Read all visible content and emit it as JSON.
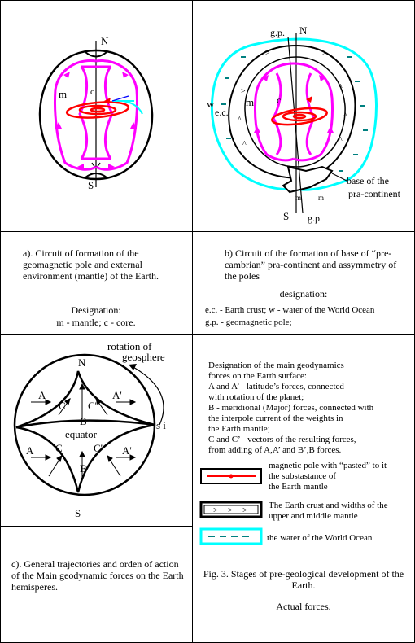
{
  "panel_a": {
    "labels": {
      "north": "N",
      "south": "S",
      "mantle": "m",
      "core": "c"
    },
    "caption": "a). Circuit of formation of the geomagnetic pole and external environment (mantle) of the Earth.",
    "designation_title": "Designation:",
    "designation_text": "m - mantle; c - core."
  },
  "panel_b": {
    "labels": {
      "gp_top": "g.p.",
      "north": "N",
      "west": "w",
      "crust": "e.c.",
      "mantle": "m",
      "core": "c",
      "south": "S",
      "gp_bottom": "g.p.",
      "m_left": "m",
      "m_right": "m",
      "base": "base of the",
      "pra": "pra-continent"
    },
    "caption": "b) Circuit of the formation of base of “pre-cambrian” pra-continent and assymmetry of the poles",
    "designation_title": "designation:",
    "designation_line1": "e.c. - Earth crust; w - water of the World Ocean",
    "designation_line2": "g.p. - geomagnetic pole;"
  },
  "panel_c": {
    "labels": {
      "rotation": "rotation of",
      "geosphere": "geosphere",
      "north": "N",
      "south": "S",
      "si": "s i",
      "equator": "equator",
      "a": "A",
      "a_prime": "A'",
      "b": "B",
      "c": "C",
      "c_prime": "C'"
    },
    "caption": "c). General trajectories and orden of action of the Main geodynamic forces on the Earth hemisperes."
  },
  "panel_d": {
    "legend": [
      "Designation of the main geodynamics",
      "forces on the Earth surface:",
      "A and A’ - latitude’s forces, connected",
      "with rotation of the planet;",
      "B - meridional (Major) forces, connected with",
      "the interpole current of the weights in",
      "the Earth mantle;",
      "C and C’ - vectors of the resulting forces,",
      "from adding of A,A’ and B’,B forces."
    ],
    "symbol_pole": [
      "magnetic pole with “pasted” to it",
      "the substastance of",
      "the Earth mantle"
    ],
    "symbol_crust": [
      "The Earth crust  and widths of the",
      "upper and middle  mantle"
    ],
    "symbol_water": "the water of the World Ocean",
    "fig_caption": "Fig. 3.  Stages of pre-geological development of the Earth.",
    "fig_subtitle": "Actual forces."
  },
  "colors": {
    "magenta": "#ff00ff",
    "red": "#ff0000",
    "cyan": "#00ffff",
    "blue": "#0000ff"
  }
}
